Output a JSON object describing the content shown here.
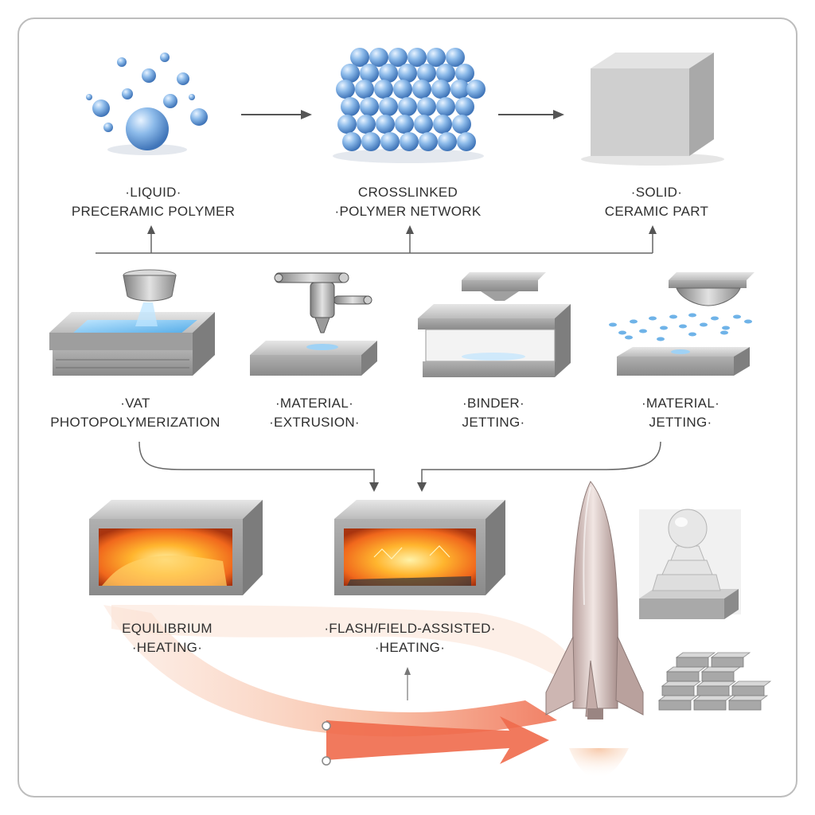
{
  "top_row": [
    {
      "line1": "·LIQUID·",
      "line2": "PRECERAMIC POLYMER"
    },
    {
      "line1": "CROSSLINKED",
      "line2": "·POLYMER NETWORK"
    },
    {
      "line1": "·SOLID·",
      "line2": "CERAMIC PART"
    }
  ],
  "methods": [
    {
      "line1": "·VAT",
      "line2": "PHOTOPOLYMERIZATION"
    },
    {
      "line1": "·MATERIAL·",
      "line2": "·EXTRUSION·"
    },
    {
      "line1": "·BINDER·",
      "line2": "JETTING·"
    },
    {
      "line1": "·MATERIAL·",
      "line2": "JETTING·"
    }
  ],
  "heating": [
    {
      "line1": "EQUILIBRIUM",
      "line2": "·HEATING·"
    },
    {
      "line1": "·FLASH/FIELD-ASSISTED·",
      "line2": "·HEATING·"
    }
  ],
  "colors": {
    "polymer_blue": "#7fb2e6",
    "ceramic_gray": "#c9c9c9",
    "furnace_glow": "#f5a020",
    "heat_swoosh": "#f28a6a"
  }
}
